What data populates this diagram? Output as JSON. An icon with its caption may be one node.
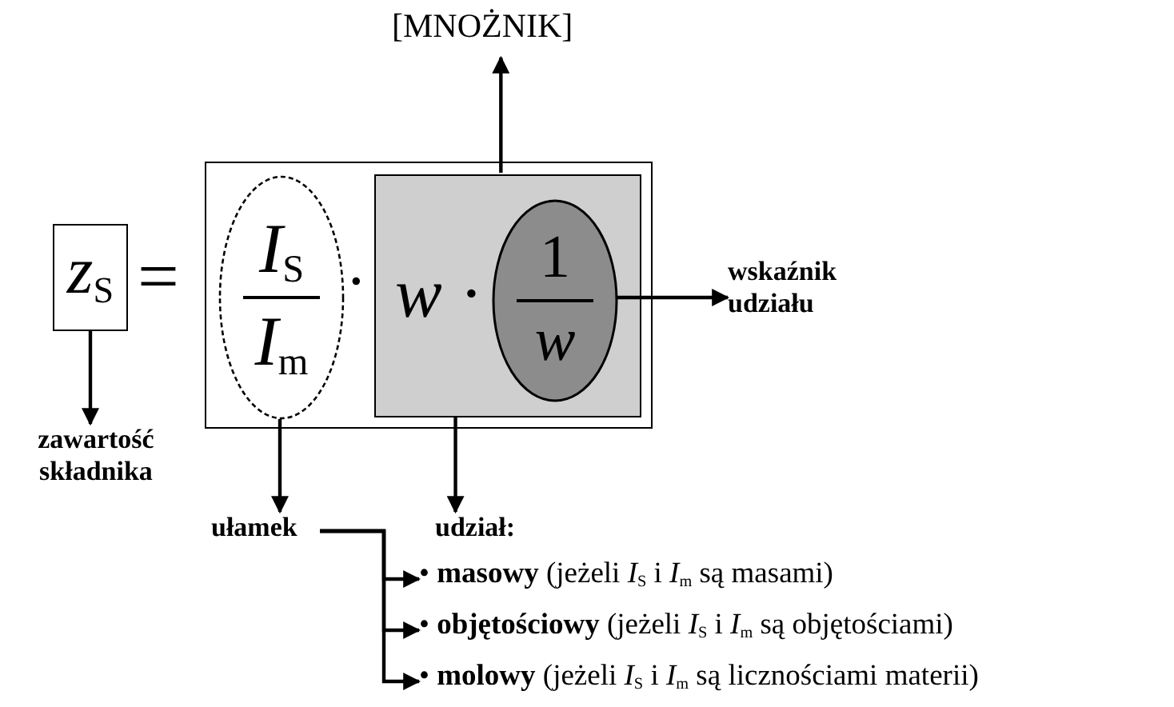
{
  "diagram": {
    "nodes": [
      {
        "text": [
          "*z*$_{S}$"
        ]
      },
      {
        "text": [],
        "shape": "box"
      },
      {
        "text": [
          "*I*$_{S}$",
          "*I*$_{m}$"
        ],
        "in": 1
      },
      {
        "text": [
          "*w* ·"
        ],
        "in": 1
      },
      {
        "text": [
          "1",
          "*w*"
        ],
        "in": 3
      },
      {
        "text": [
          "[MNOŻNIK]"
        ]
      },
      {
        "text": [
          "wskaźnik udziału"
        ]
      },
      {
        "text": [
          "zawartość składnika"
        ]
      },
      {
        "text": [
          "ułamek"
        ]
      },
      {
        "text": [
          "udział:"
        ]
      },
      {
        "text": [
          "• **masowy** (jeżeli *I*$_{S}$ i *I*$_{m}$ są masami)"
        ]
      },
      {
        "text": [
          "• **objętościowy** (jeżeli *I*$_{S}$ i *I*$_{m}$ są objętościami)"
        ]
      },
      {
        "text": [
          "• **molowy** (jeżeli *I*$_{S}$ i *I*$_{m}$ są licznościami materii)"
        ]
      }
    ],
    "edges": [
      {
        "from": 3,
        "to": 5,
        "arrow": "to"
      },
      {
        "from": 4,
        "to": 6,
        "arrow": "to"
      },
      {
        "from": 0,
        "to": 7,
        "arrow": "to"
      },
      {
        "from": 2,
        "to": 8,
        "arrow": "to"
      },
      {
        "from": 3,
        "to": 9,
        "arrow": "to"
      },
      {
        "from": 8,
        "to": 10,
        "arrow": "to"
      },
      {
        "from": 8,
        "to": 11,
        "arrow": "to"
      },
      {
        "from": 8,
        "to": 12,
        "arrow": "to"
      }
    ],
    "labels": [
      "=",
      "·"
    ]
  }
}
